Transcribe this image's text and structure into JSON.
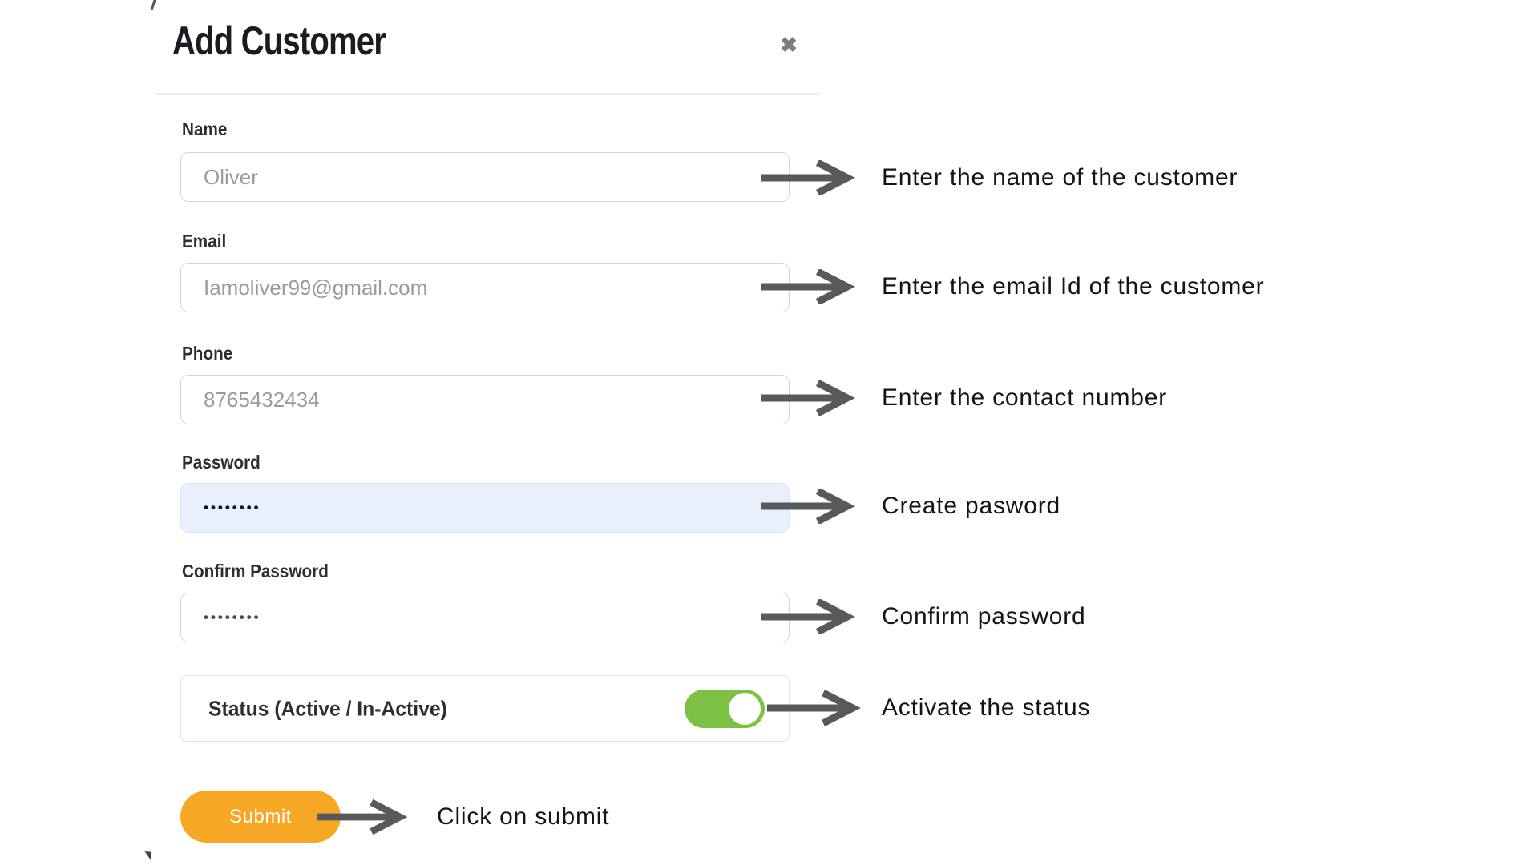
{
  "modal": {
    "title": "Add Customer",
    "close_icon": "✖",
    "fields": [
      {
        "label": "Name",
        "placeholder": "Oliver",
        "type": "text"
      },
      {
        "label": "Email",
        "placeholder": "Iamoliver99@gmail.com",
        "type": "email"
      },
      {
        "label": "Phone",
        "placeholder": "8765432434",
        "type": "tel"
      },
      {
        "label": "Password",
        "value": "••••••••",
        "type": "password"
      },
      {
        "label": "Confirm Password",
        "value": "••••••••",
        "type": "password"
      }
    ],
    "status": {
      "label": "Status (Active / In-Active)",
      "state": "on"
    },
    "submit_label": "Submit"
  },
  "annotations": [
    {
      "text": "Enter the name of the customer"
    },
    {
      "text": "Enter the email Id of the customer"
    },
    {
      "text": "Enter the contact number"
    },
    {
      "text": "Create pasword"
    },
    {
      "text": "Confirm password"
    },
    {
      "text": "Activate the status"
    },
    {
      "text": "Click on submit"
    }
  ],
  "colors": {
    "submit_orange": "#F6A723",
    "toggle_green": "#7CC143",
    "password_field_bg": "#E8F0FE",
    "arrow_gray": "#58595B",
    "placeholder_gray": "#9B9B9B"
  }
}
